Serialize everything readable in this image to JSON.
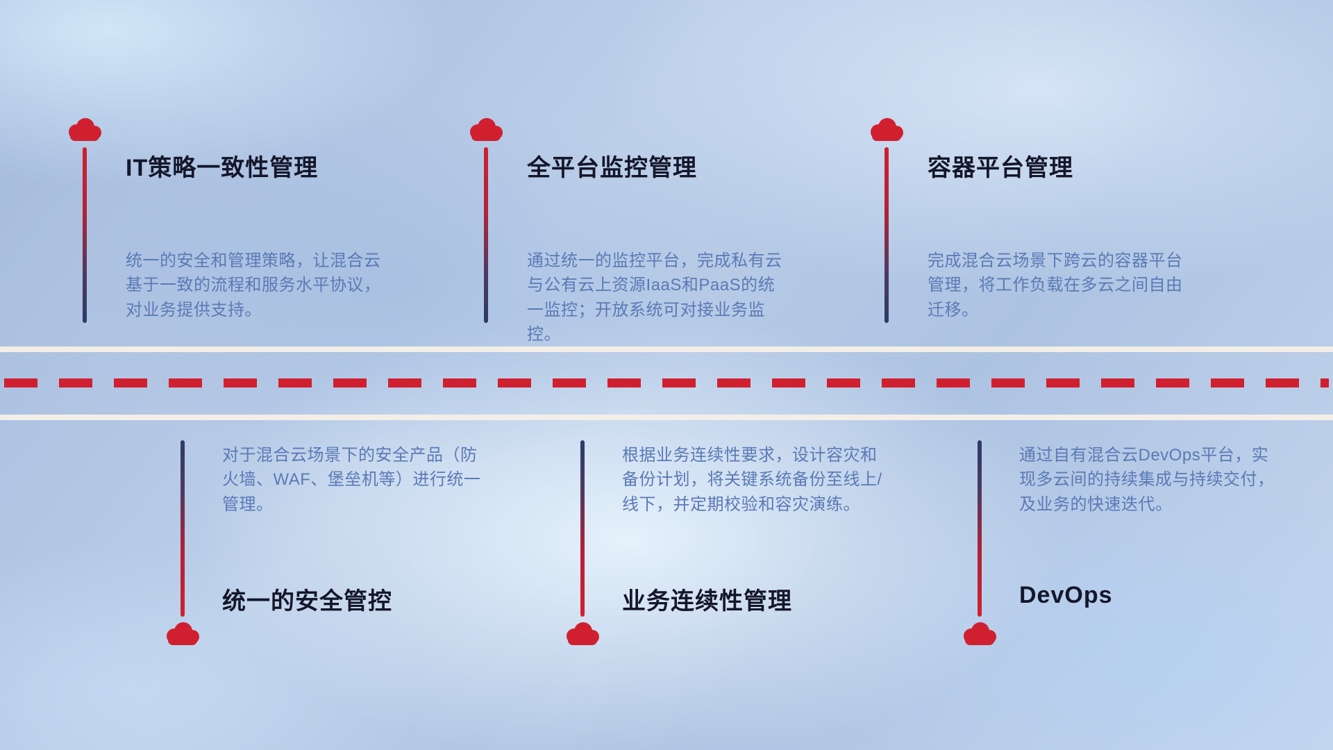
{
  "colors": {
    "cloud_red": "#d02030",
    "stem_navy": "#2e3a68",
    "title_color": "#14162a",
    "desc_color": "#5b79b5",
    "road_white": "#f3efe8",
    "dash_red": "#d02030"
  },
  "road": {
    "style": "two solid light lines with red dashed center line"
  },
  "items": [
    {
      "id": "it-policy",
      "position": "top",
      "title": "IT策略一致性管理",
      "description": "统一的安全和管理策略，让混合云基于一致的流程和服务水平协议，对业务提供支持。"
    },
    {
      "id": "platform-monitoring",
      "position": "top",
      "title": "全平台监控管理",
      "description": "通过统一的监控平台，完成私有云与公有云上资源IaaS和PaaS的统一监控；开放系统可对接业务监控。"
    },
    {
      "id": "container-platform",
      "position": "top",
      "title": "容器平台管理",
      "description": "完成混合云场景下跨云的容器平台管理，将工作负载在多云之间自由迁移。"
    },
    {
      "id": "unified-security",
      "position": "bottom",
      "title": "统一的安全管控",
      "description": "对于混合云场景下的安全产品（防火墙、WAF、堡垒机等）进行统一管理。"
    },
    {
      "id": "business-continuity",
      "position": "bottom",
      "title": "业务连续性管理",
      "description": "根据业务连续性要求，设计容灾和备份计划，将关键系统备份至线上/线下，并定期校验和容灾演练。"
    },
    {
      "id": "devops",
      "position": "bottom",
      "title": "DevOps",
      "description": "通过自有混合云DevOps平台，实现多云间的持续集成与持续交付，及业务的快速迭代。"
    }
  ]
}
